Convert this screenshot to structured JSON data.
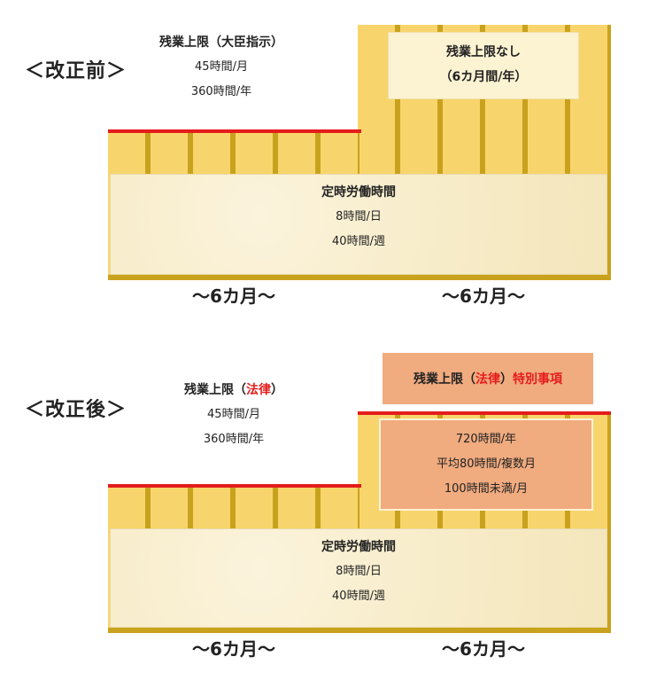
{
  "before": {
    "label": "＜改正前＞",
    "left_limit": {
      "title": "残業上限（大臣指示）",
      "monthly": "45時間/月",
      "yearly": "360時間/年"
    },
    "right_limit": {
      "line1": "残業上限なし",
      "line2": "（6カ月間/年）"
    },
    "base": {
      "title": "定時労働時間",
      "daily": "8時間/日",
      "weekly": "40時間/週"
    },
    "month_left": "～6カ月～",
    "month_right": "～6カ月～"
  },
  "after": {
    "label": "＜改正後＞",
    "left_limit": {
      "title_prefix": "残業上限（",
      "title_red": "法律",
      "title_suffix": "）",
      "monthly": "45時間/月",
      "yearly": "360時間/年"
    },
    "special": {
      "title_prefix": "残業上限（",
      "title_red": "法律",
      "title_mid": "）",
      "title_red2": "特別事項",
      "yearly": "720時間/年",
      "average": "平均80時間/複数月",
      "monthly": "100時間未満/月"
    },
    "base": {
      "title": "定時労働時間",
      "daily": "8時間/日",
      "weekly": "40時間/週"
    },
    "month_left": "～6カ月～",
    "month_right": "～6カ月～"
  },
  "colors": {
    "gold": "#f8d56c",
    "gold_stripe": "#c9a21d",
    "red_line": "#e41c1c",
    "special": "#f0ab7f",
    "base": "#f7ecc8"
  }
}
